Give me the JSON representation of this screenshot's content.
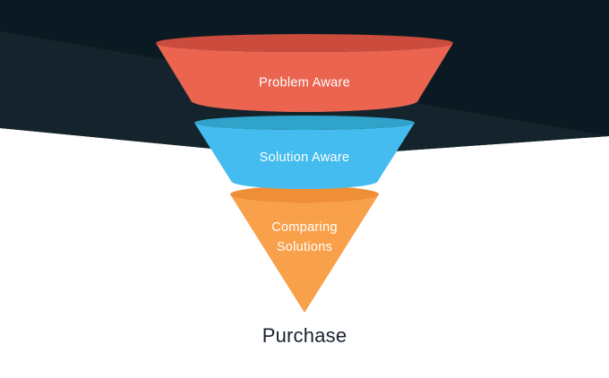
{
  "diagram": {
    "type": "marketing-funnel",
    "background": {
      "top_color": "#0B1A22",
      "wedge_color": "#15242C",
      "bottom_color": "#FFFFFF"
    },
    "stages": [
      {
        "label": "Problem Aware",
        "body_color": "#EA6450",
        "opening_color": "#CB4C3D",
        "text_color": "#FFFFFF"
      },
      {
        "label": "Solution Aware",
        "body_color": "#44BCEF",
        "opening_color": "#2FA3C9",
        "text_color": "#FFFFFF"
      },
      {
        "label_line1": "Comparing",
        "label_line2": "Solutions",
        "body_color": "#F9A04A",
        "opening_color": "#EE8E36",
        "text_color": "#FFFFFF"
      }
    ],
    "outcome": {
      "label": "Purchase",
      "color": "#1A2230"
    }
  }
}
